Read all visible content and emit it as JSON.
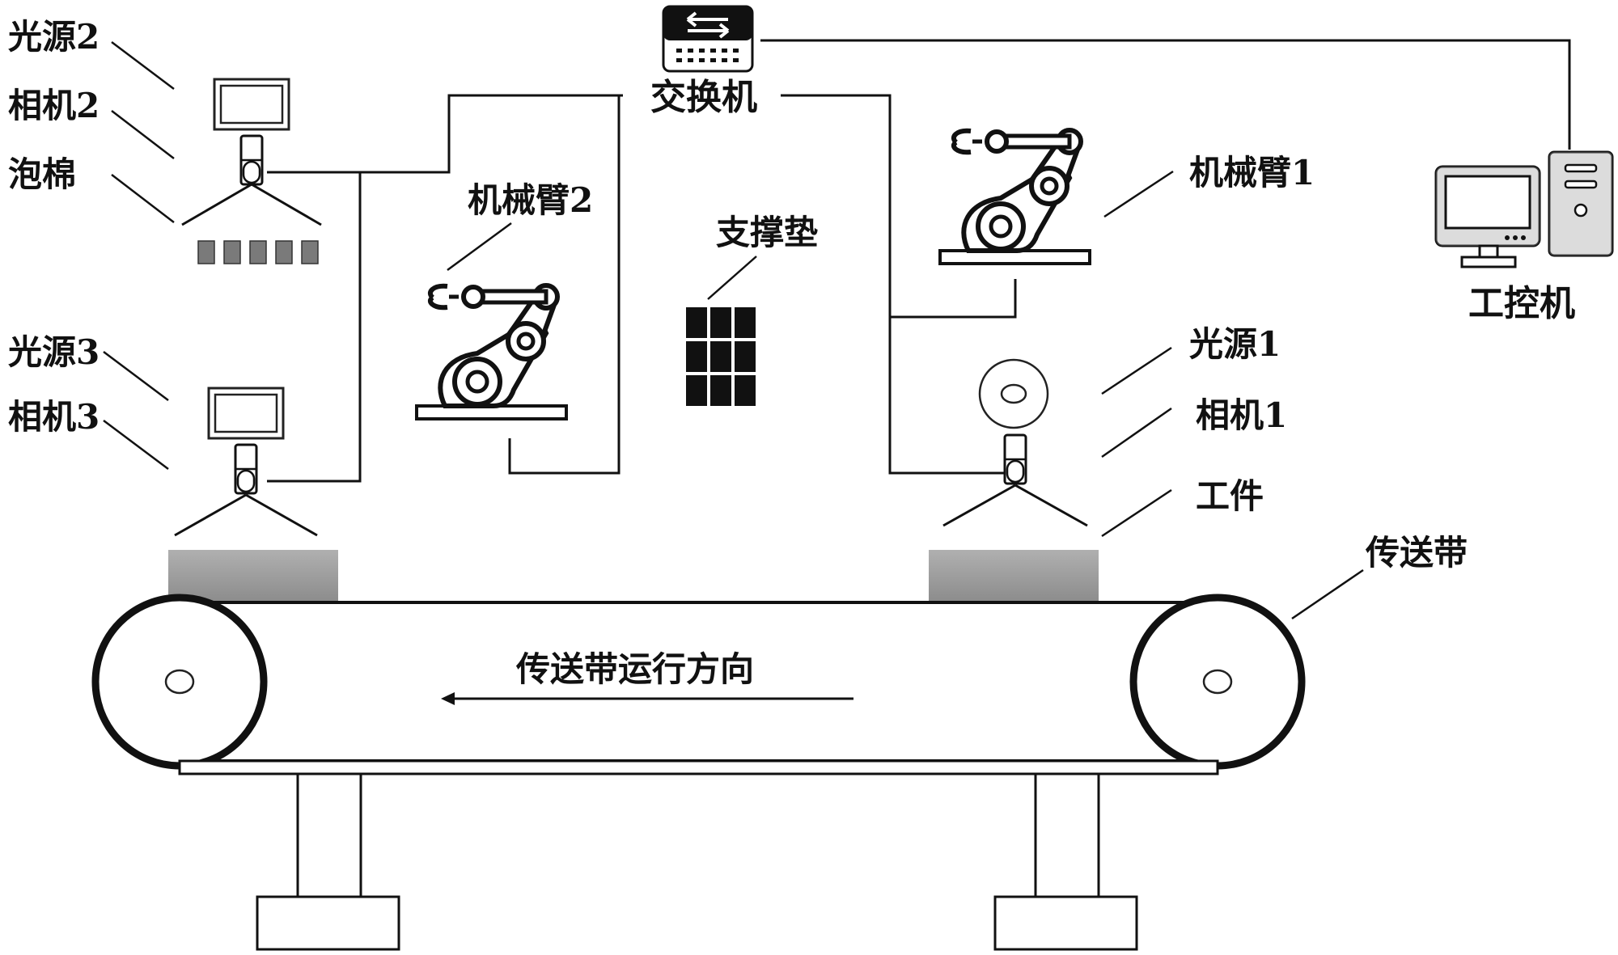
{
  "labels": {
    "light2": "光源2",
    "camera2": "相机2",
    "foam": "泡棉",
    "light3": "光源3",
    "camera3": "相机3",
    "arm2": "机械臂2",
    "switch": "交换机",
    "pad": "支撑垫",
    "arm1": "机械臂1",
    "ipc": "工控机",
    "light1": "光源1",
    "camera1": "相机1",
    "workpiece": "工件",
    "conveyor": "传送带",
    "direction": "传送带运行方向"
  },
  "icons": {
    "switch": "network-switch-icon",
    "ipc": "desktop-computer-icon",
    "arm": "robot-arm-icon",
    "camera": "camera-icon",
    "light": "light-panel-icon"
  },
  "colors": {
    "line": "#111111",
    "workpiece": "#9a9a9a",
    "foam": "#7a7a7a",
    "pad": "#111111"
  }
}
